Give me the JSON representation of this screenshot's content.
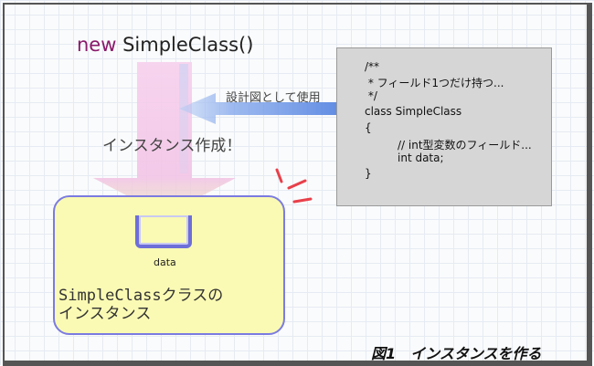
{
  "diagram": {
    "new_expression": {
      "keyword": "new",
      "class_call": "SimpleClass()"
    },
    "create_instance_label": "インスタンス作成！",
    "use_as_blueprint_label": "設計図として使用",
    "code_lines": [
      "/**",
      " * フィールド1つだけ持つ...",
      " */",
      "class SimpleClass",
      "{",
      "// int型変数のフィールド...",
      "int data;",
      "}"
    ],
    "field_label": "data",
    "instance_label_lines": [
      "SimpleClassクラスの",
      "インスタンス"
    ],
    "caption": "図1　インスタンスを作る"
  },
  "colors": {
    "create_arrow": "#f5c8ea",
    "blueprint_arrow": "#6d95e6",
    "instance_fill": "#fafab4",
    "instance_border": "#7b7be0",
    "code_box_fill": "#d6d6d6",
    "burst_marks": "#e8404a",
    "keyword": "#8a1a6a"
  }
}
